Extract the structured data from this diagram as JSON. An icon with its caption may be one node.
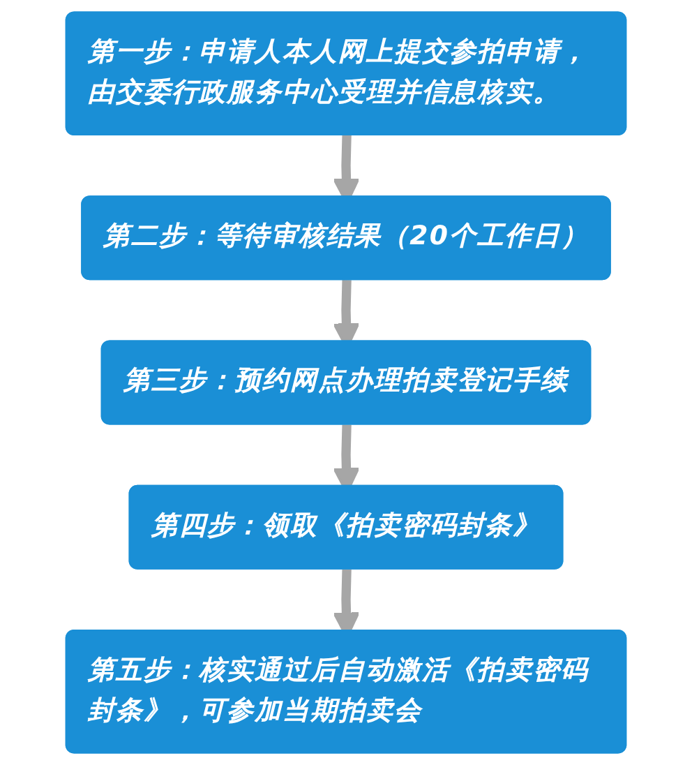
{
  "diagram": {
    "nodes": [
      {
        "text": [
          "第一步：申请人本人网上提交参拍申请，由交委行政服务中心受理并信息核实。"
        ]
      },
      {
        "text": [
          "第二步：等待审核结果（20个工作日）"
        ]
      },
      {
        "text": [
          "第三步：预约网点办理拍卖登记手续"
        ]
      },
      {
        "text": [
          "第四步：领取《拍卖密码封条》"
        ]
      },
      {
        "text": [
          "第五步：核实通过后自动激活《拍卖密码封条》，可参加当期拍卖会"
        ]
      }
    ],
    "edges": [
      {
        "from": 0,
        "to": 1,
        "arrow": "to"
      },
      {
        "from": 1,
        "to": 2,
        "arrow": "to"
      },
      {
        "from": 2,
        "to": 3,
        "arrow": "to"
      },
      {
        "from": 3,
        "to": 4,
        "arrow": "to"
      }
    ]
  }
}
